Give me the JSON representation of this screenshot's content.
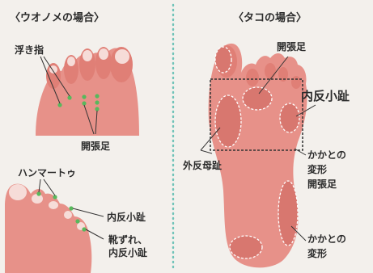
{
  "left_panel": {
    "heading": "〈ウオノメの場合〉",
    "labels": {
      "floating_toes": "浮き指",
      "splay_foot_top": "開張足",
      "hammer_toe": "ハンマートゥ",
      "bunionette": "内反小趾",
      "shoe_rub_line1": "靴ずれ、",
      "shoe_rub_line2": "内反小趾"
    }
  },
  "right_panel": {
    "heading": "〈タコの場合〉",
    "labels": {
      "splay_foot": "開張足",
      "bunionette": "内反小趾",
      "hallux_valgus": "外反母趾",
      "heel_deform_1a": "かかとの",
      "heel_deform_1b": "変形",
      "heel_deform_1c": "開張足",
      "heel_deform_2a": "かかとの",
      "heel_deform_2b": "変形"
    }
  },
  "colors": {
    "background": "#f3f0ec",
    "skin": "#e79189",
    "skin_shadow": "#d8776f",
    "nail": "#f6dcd8",
    "callus_dot": "#58b85c",
    "divider": "#6fc3b8",
    "dashed_line": "#ffffff",
    "box_outline": "#333333"
  }
}
